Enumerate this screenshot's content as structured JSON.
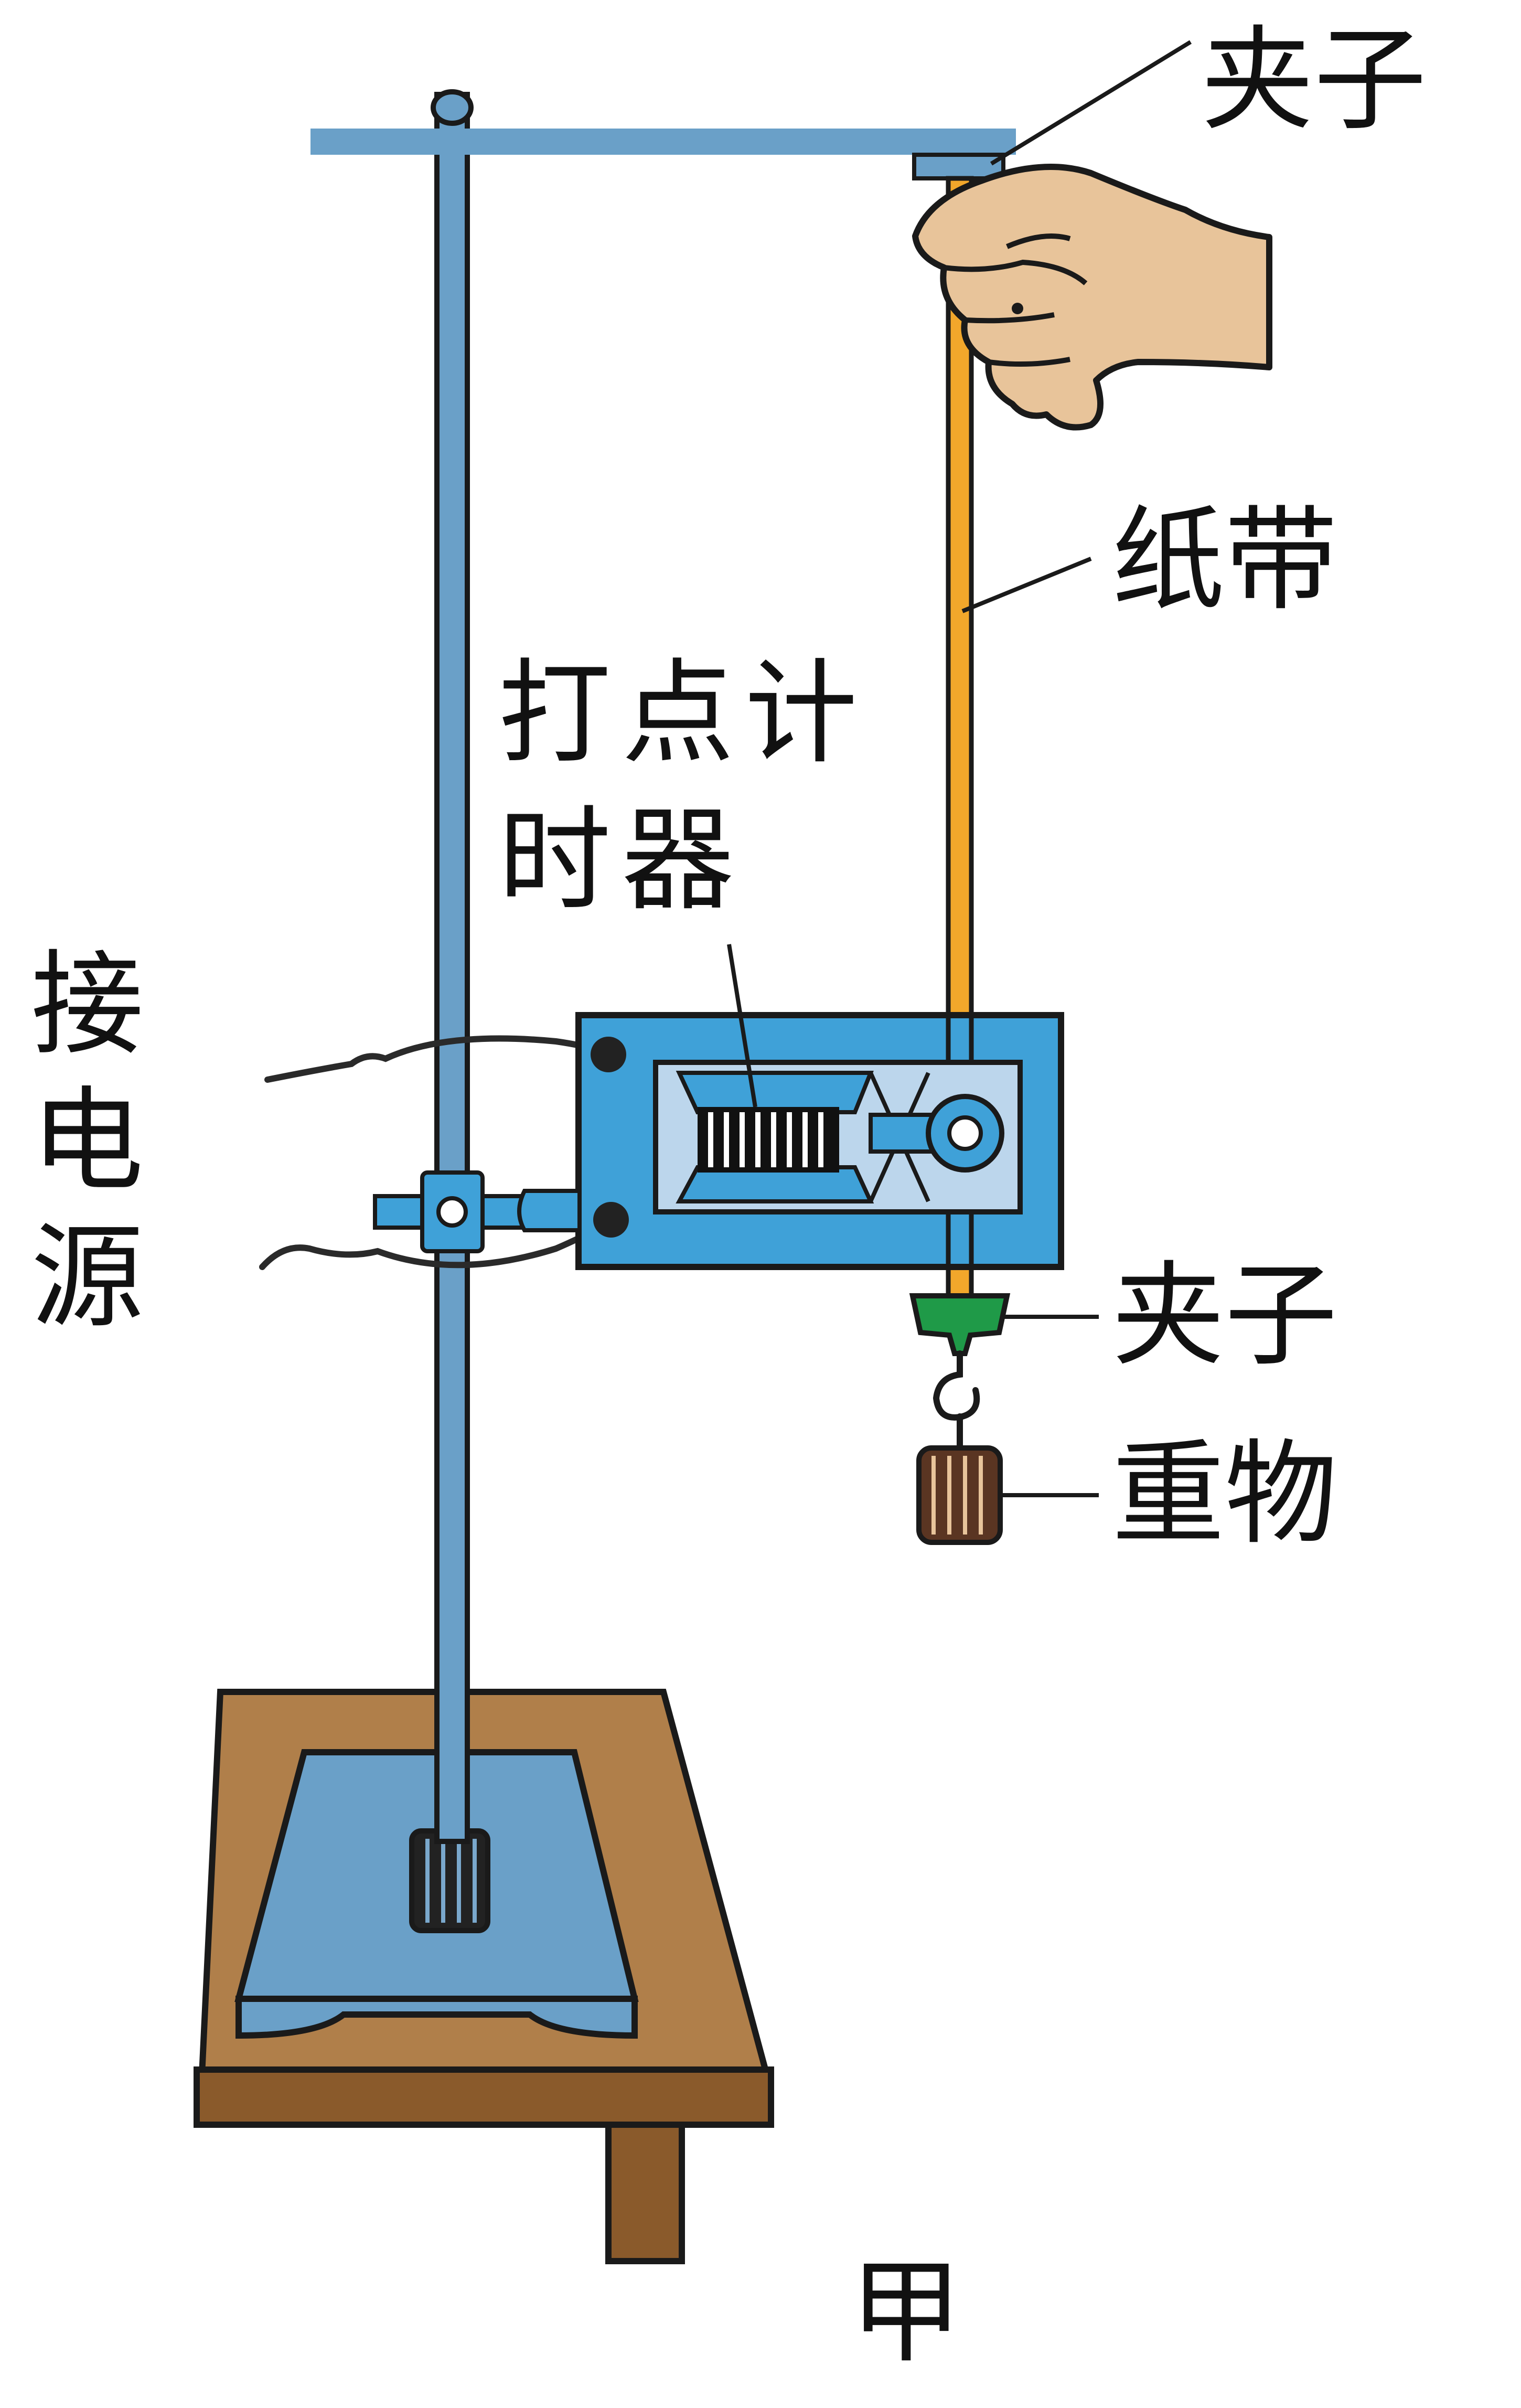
{
  "labels": {
    "top_clamp": "夹子",
    "paper_tape": "纸带",
    "timer": "打点计时器",
    "power": "接电源",
    "bottom_clamp": "夹子",
    "weight": "重物",
    "caption": "甲"
  },
  "colors": {
    "stand": "#6aa0c8",
    "timer_body": "#3fa1d8",
    "timer_window": "#bcd6ec",
    "paper_tape": "#f2a72b",
    "clamp": "#1f9a48",
    "weight": "#5a3522",
    "hand": "#e8c49a",
    "table_top": "#b07f4a",
    "table_side": "#8a5a2b",
    "wire": "#2a2a2a"
  }
}
